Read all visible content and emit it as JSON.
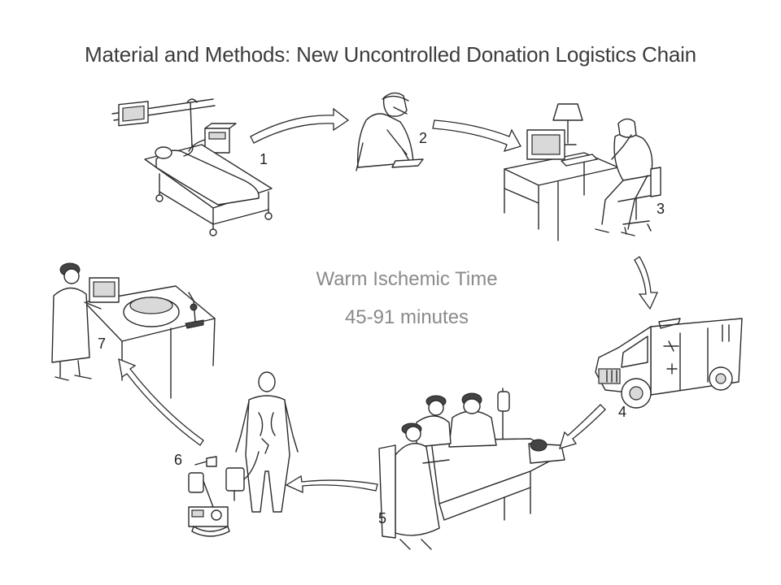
{
  "title": "Material and Methods: New Uncontrolled Donation Logistics Chain",
  "center": {
    "line1": "Warm Ischemic Time",
    "line2": "45-91 minutes"
  },
  "steps": [
    {
      "number": "1"
    },
    {
      "number": "2"
    },
    {
      "number": "3"
    },
    {
      "number": "4"
    },
    {
      "number": "5"
    },
    {
      "number": "6"
    },
    {
      "number": "7"
    }
  ]
}
